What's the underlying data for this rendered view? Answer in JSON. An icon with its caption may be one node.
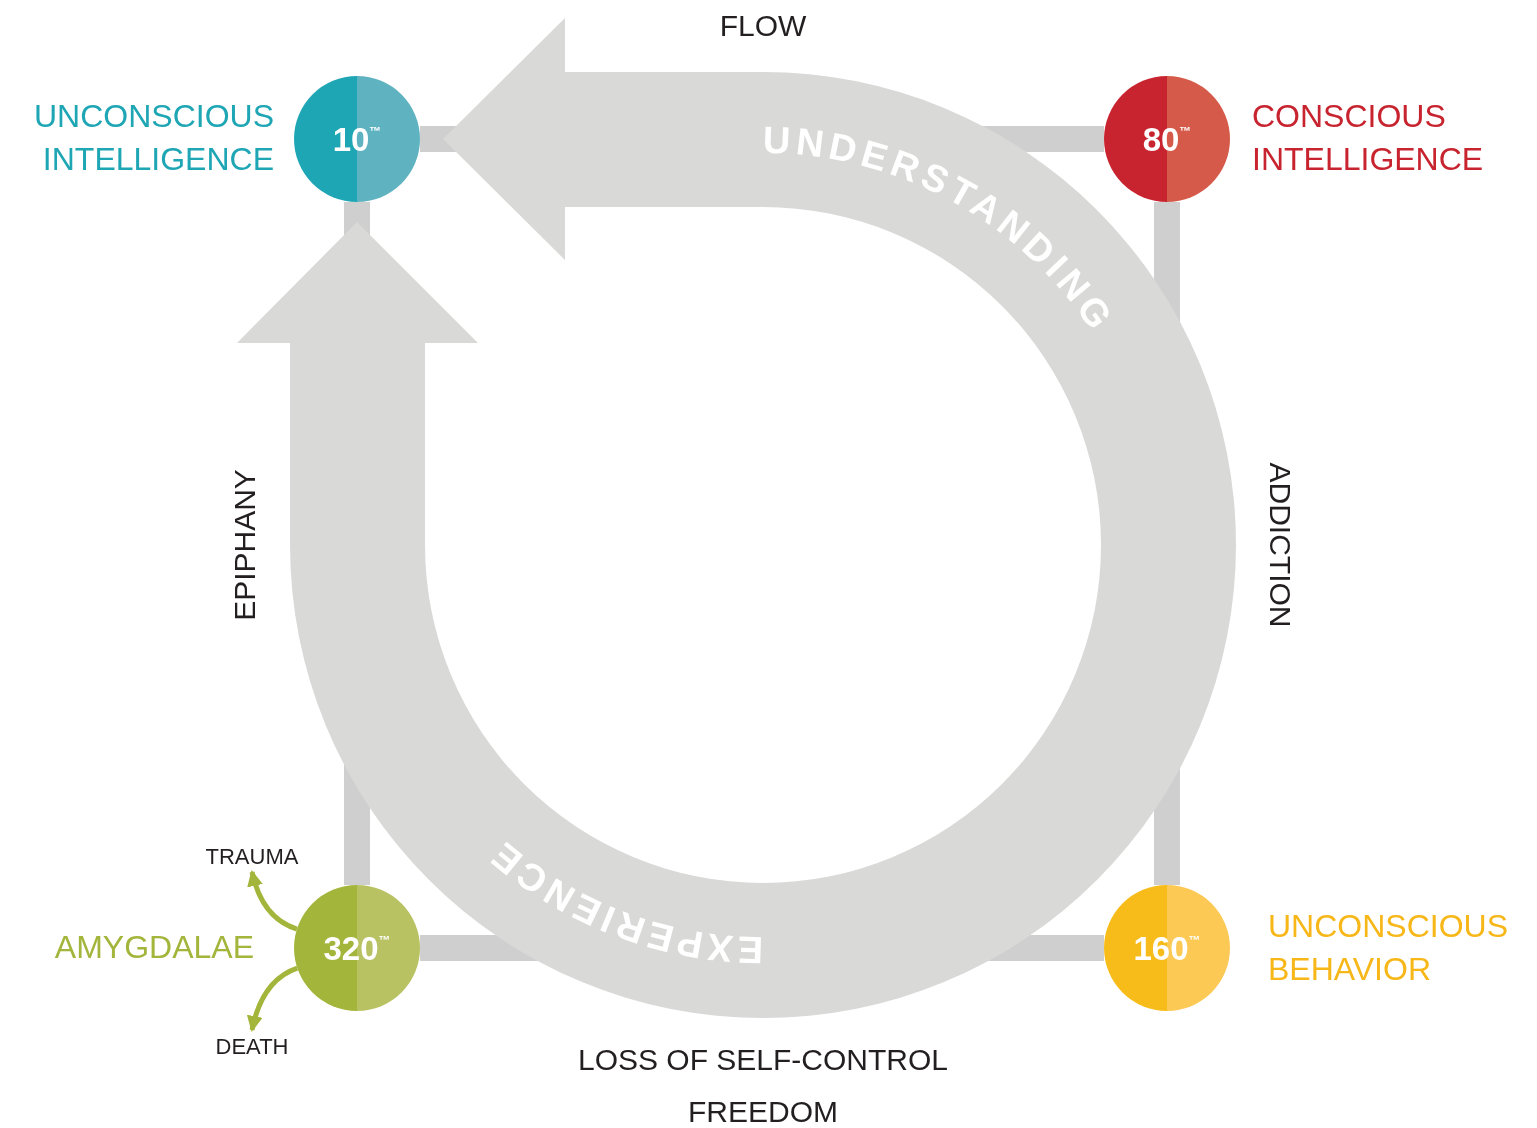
{
  "diagram": {
    "nodes": [
      {
        "text": [
          "10$^{™}$"
        ],
        "beside": [
          "UNCONSCIOUS INTELLIGENCE"
        ]
      },
      {
        "text": [
          "80$^{™}$"
        ],
        "beside": [
          "CONSCIOUS INTELLIGENCE"
        ]
      },
      {
        "text": [
          "160$^{™}$"
        ],
        "beside": [
          "UNCONSCIOUS BEHAVIOR"
        ]
      },
      {
        "text": [
          "320$^{™}$"
        ],
        "beside": [
          "AMYGDALAE"
        ]
      },
      {
        "text": [
          "TRAUMA"
        ]
      },
      {
        "text": [
          "DEATH"
        ]
      }
    ],
    "edges": [
      {
        "from": 0,
        "to": 1,
        "arrow": "none"
      },
      {
        "from": 1,
        "to": 2,
        "arrow": "none"
      },
      {
        "from": 2,
        "to": 3,
        "arrow": "none"
      },
      {
        "from": 3,
        "to": 0,
        "arrow": "none"
      },
      {
        "from": 3,
        "to": 4,
        "arrow": "to",
        "color": "#a4b53b"
      },
      {
        "from": 3,
        "to": 5,
        "arrow": "to",
        "color": "#a4b53b"
      }
    ],
    "labels": [
      "FLOW",
      "UNDERSTANDING",
      "EPIPHANY",
      "ADDICTION",
      "EXPERIENCE",
      "LOSS OF SELF-CONTROL",
      "FREEDOM"
    ]
  }
}
